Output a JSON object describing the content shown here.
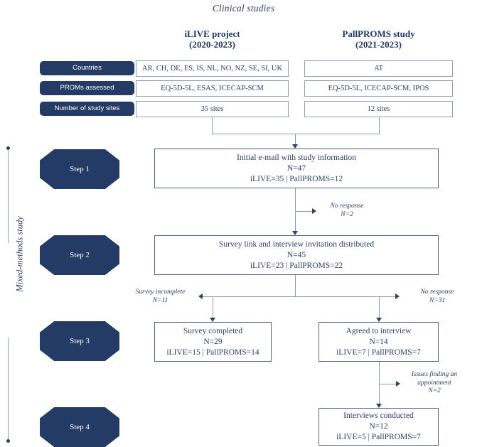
{
  "title": "Clinical studies",
  "side_axis": {
    "label": "Mixed-methods study"
  },
  "columns": [
    {
      "name": "iLIVE project",
      "period": "(2020-2023)"
    },
    {
      "name": "PallPROMS study",
      "period": "(2021-2023)"
    }
  ],
  "attribute_rows": [
    {
      "label": "Countries",
      "ilive": "AR, CH, DE, ES, IS, NL, NO, NZ, SE, SI, UK",
      "pallproms": "AT"
    },
    {
      "label": "PROMs assessed",
      "ilive": "EQ-5D-5L, ESAS, ICECAP-SCM",
      "pallproms": "EQ-5D-5L, ICECAP-SCM, IPOS"
    },
    {
      "label": "Number of study sites",
      "ilive": "35 sites",
      "pallproms": "12 sites"
    }
  ],
  "steps": [
    {
      "badge": "Step 1"
    },
    {
      "badge": "Step 2"
    },
    {
      "badge": "Step 3"
    },
    {
      "badge": "Step 4"
    }
  ],
  "flow_boxes": {
    "step1": {
      "line1": "Initial e-mail with study information",
      "line2": "N=47",
      "line3": "iLIVE=35 | PallPROMS=12"
    },
    "step2": {
      "line1": "Survey link and interview invitation distributed",
      "line2": "N=45",
      "line3": "iLIVE=23 | PallPROMS=22"
    },
    "step3_left": {
      "line1": "Survey completed",
      "line2": "N=29",
      "line3": "iLIVE=15 | PallPROMS=14"
    },
    "step3_right": {
      "line1": "Agreed to interview",
      "line2": "N=14",
      "line3": "iLIVE=7 | PallPROMS=7"
    },
    "step4": {
      "line1": "Interviews conducted",
      "line2": "N=12",
      "line3": "iLIVE=5 | PallPROMS=7"
    }
  },
  "annotations": {
    "no_response_1": {
      "reason": "No response",
      "count": "N=2"
    },
    "survey_incomplete": {
      "reason": "Survey incomplete",
      "count": "N=11"
    },
    "no_response_2": {
      "reason": "No response",
      "count": "N=31"
    },
    "appointment_issues": {
      "reason": "Issues finding an appointment",
      "count": "N=2"
    }
  },
  "colors": {
    "navy": "#243c65",
    "text": "#2b4168",
    "line": "#8d9cb5",
    "box_border": "#516590"
  }
}
